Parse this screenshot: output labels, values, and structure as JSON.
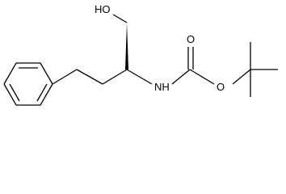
{
  "structure": {
    "atoms": {
      "hydroxyl": "HO",
      "amine": "NH",
      "carbonyl_oxygen": "O",
      "ester_oxygen": "O"
    }
  },
  "colors": {
    "bond": "#000000",
    "label": "#000000",
    "background": "#ffffff"
  }
}
